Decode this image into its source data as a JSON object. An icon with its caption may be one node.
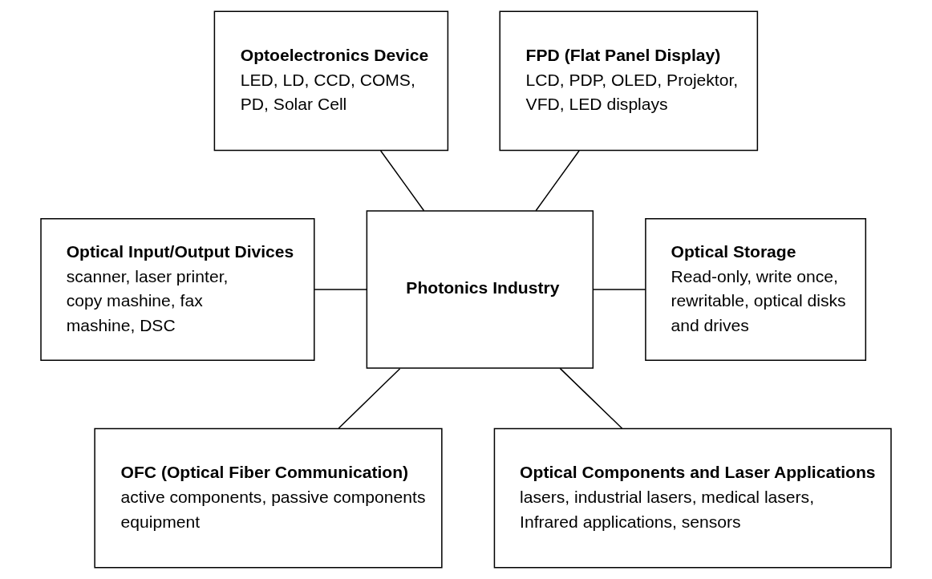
{
  "diagram": {
    "nodes": [
      {
        "text": [
          "Optoelectronics Device",
          "LED, LD, CCD, COMS, PD, Solar Cell"
        ]
      },
      {
        "text": [
          "FPD (Flat Panel Display)",
          "LCD, PDP, OLED, Projektor, VFD, LED displays"
        ]
      },
      {
        "text": [
          "Optical Input/Output Divices",
          "scanner, laser printer, copy mashine, fax mashine, DSC"
        ]
      },
      {
        "text": [
          "Photonics Industry"
        ]
      },
      {
        "text": [
          "Optical Storage",
          "Read-only, write once, rewritable, optical disks and drives"
        ]
      },
      {
        "text": [
          "OFC (Optical Fiber Communication)",
          "active components, passive components equipment"
        ]
      },
      {
        "text": [
          "Optical Components and Laser Applications",
          "lasers, industrial lasers, medical lasers, Infrared applications, sensors"
        ]
      }
    ],
    "edges": [
      {
        "from": 0,
        "to": 3,
        "arrow": "none"
      },
      {
        "from": 1,
        "to": 3,
        "arrow": "none"
      },
      {
        "from": 2,
        "to": 3,
        "arrow": "none"
      },
      {
        "from": 3,
        "to": 4,
        "arrow": "none"
      },
      {
        "from": 3,
        "to": 5,
        "arrow": "none"
      },
      {
        "from": 3,
        "to": 6,
        "arrow": "none"
      }
    ]
  }
}
